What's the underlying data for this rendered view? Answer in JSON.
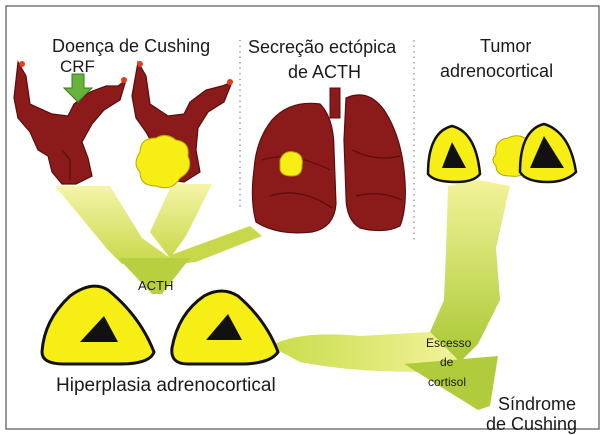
{
  "labels": {
    "cushing_disease": "Doença de Cushing",
    "crf": "CRF",
    "ectopic_line1": "Secreção ectópica",
    "ectopic_line2": "de ACTH",
    "tumor_line1": "Tumor",
    "tumor_line2": "adrenocortical",
    "acth": "ACTH",
    "hyperplasia": "Hiperplasia adrenocortical",
    "excess_line1": "Escesso",
    "excess_line2": "de",
    "excess_line3": "cortisol",
    "syndrome_line1": "Síndrome",
    "syndrome_line2": "de Cushing"
  },
  "colors": {
    "organ": "#8b1a1a",
    "organ_outline": "#5a0d0d",
    "adrenal_fill": "#f6ee14",
    "adrenal_core": "#111111",
    "arrow_light": "#f3f39a",
    "arrow_dark": "#b8d040",
    "crf_arrow": "#66b33c",
    "tumor_blob": "#f6ee14"
  }
}
